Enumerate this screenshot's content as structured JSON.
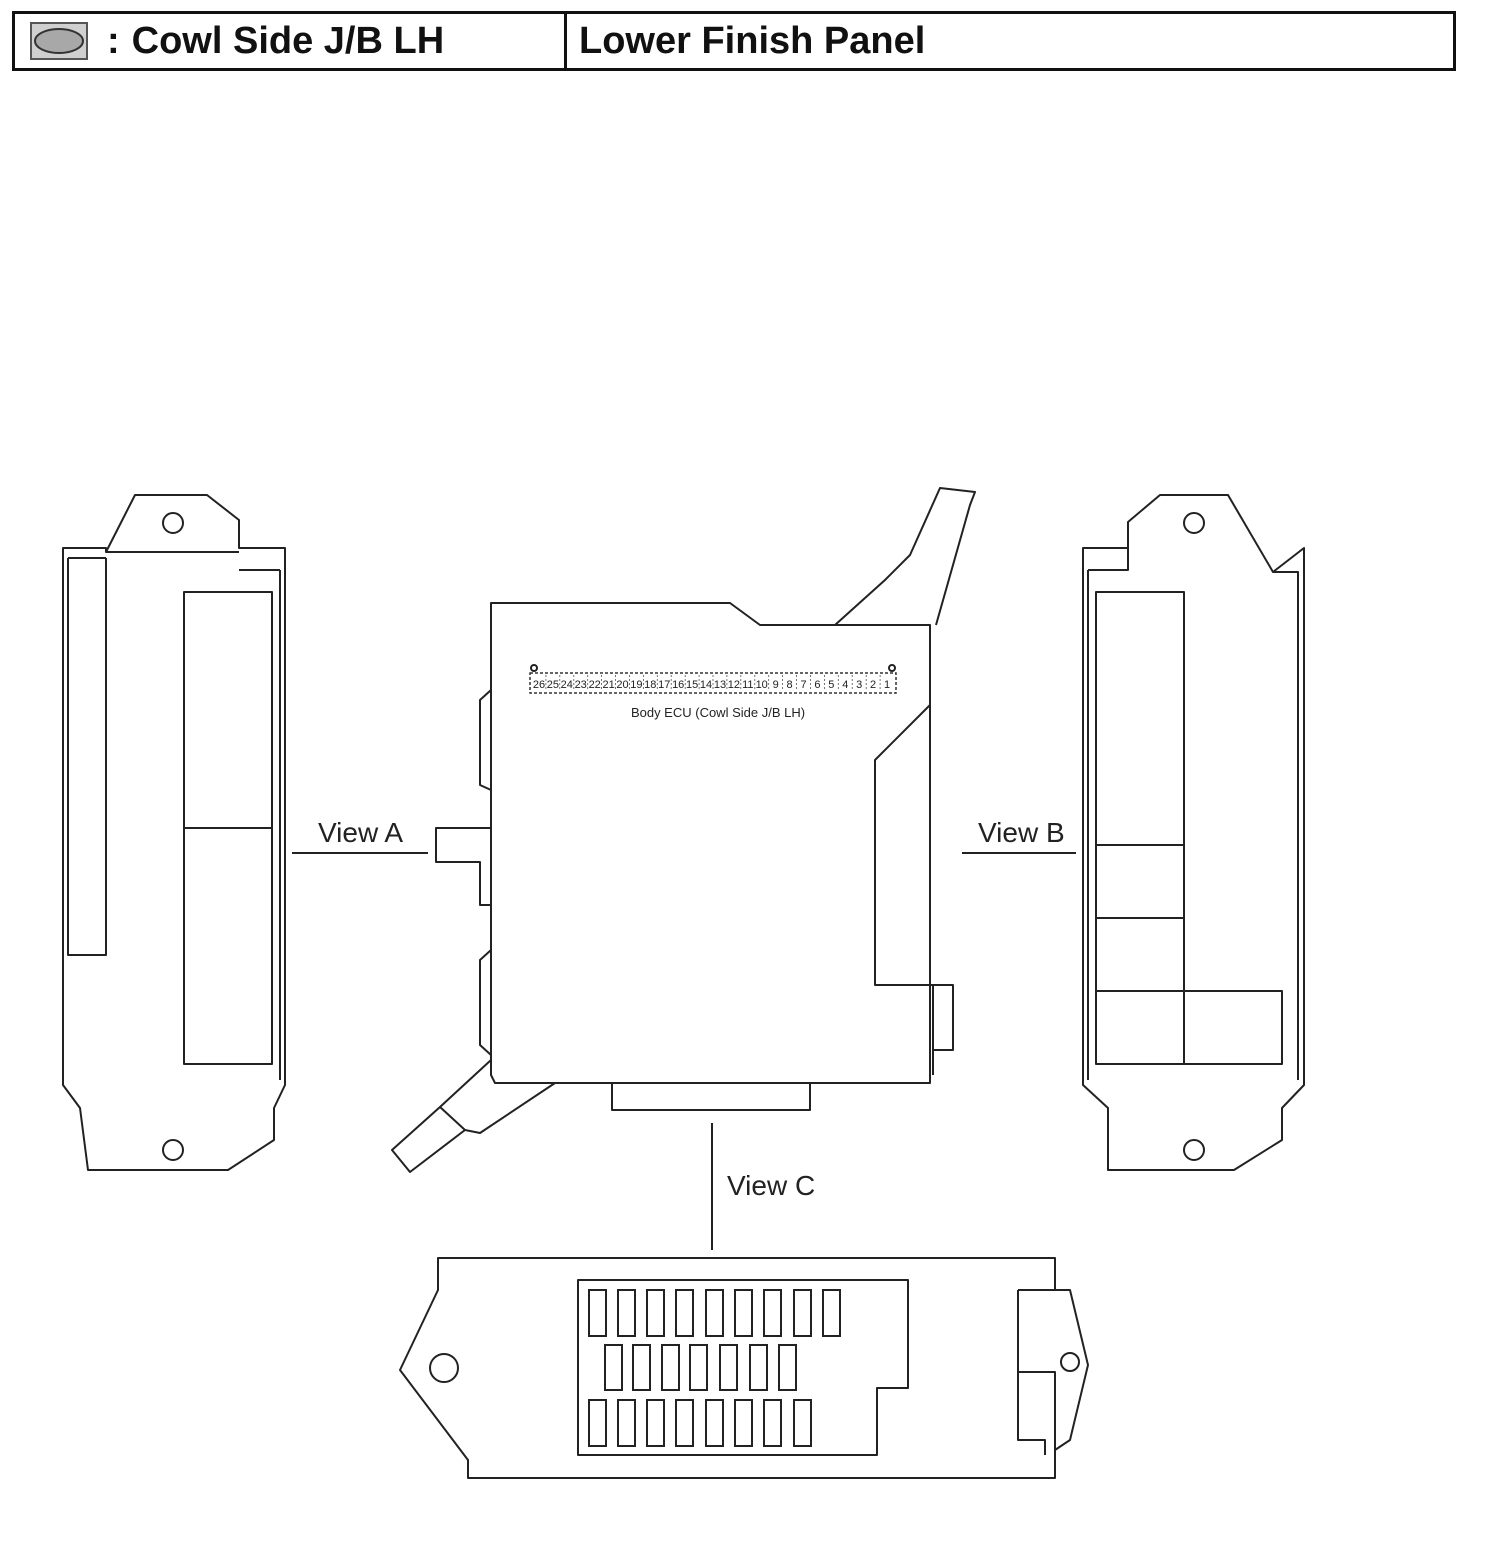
{
  "header": {
    "legend_prefix": ":",
    "legend_text": "Cowl Side J/B LH",
    "location": "Lower Finish Panel",
    "badge_icon": "gray-oval-icon"
  },
  "diagram": {
    "view_a": "View A",
    "view_b": "View B",
    "view_c": "View C",
    "ecu_label": "Body ECU (Cowl Side J/B LH)",
    "pins": [
      "26",
      "25",
      "24",
      "23",
      "22",
      "21",
      "20",
      "19",
      "18",
      "17",
      "16",
      "15",
      "14",
      "13",
      "12",
      "11",
      "10",
      "9",
      "8",
      "7",
      "6",
      "5",
      "4",
      "3",
      "2",
      "1"
    ]
  }
}
